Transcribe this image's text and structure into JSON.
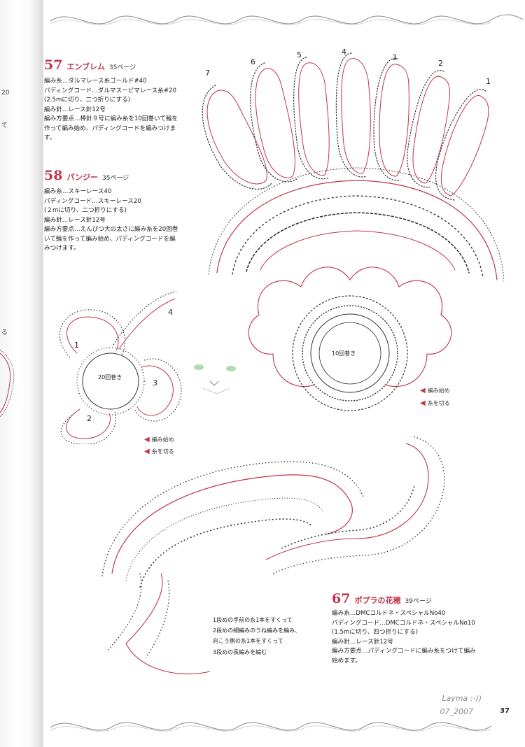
{
  "left_page_fragments": [
    "20",
    "て",
    "る"
  ],
  "sections": [
    {
      "id": "57",
      "number": "57",
      "title": "エンブレム",
      "page_ref": "35ページ",
      "lines": [
        "編み糸…ダルマレース糸ゴールド#40",
        "パディングコード…ダルマスーピマレース糸#20",
        "(2.5mに切り、二つ折りにする)",
        "編み針…レース針12号",
        "編み方要点…棒針９号に編み糸を10回巻いて輪を",
        "作って編み始め、パディングコードを編みつけま",
        "す。"
      ]
    },
    {
      "id": "58",
      "number": "58",
      "title": "パンジー",
      "page_ref": "35ページ",
      "lines": [
        "編み糸…スキーレース40",
        "パディングコード…スキーレース20",
        "(２mに切り、二つ折りにする)",
        "編み針…レース針12号",
        "編み方要点…えんぴつ大の太さに編み糸を20回巻",
        "いて輪を作って編み始め、パディングコードを編",
        "みつけます。"
      ]
    },
    {
      "id": "67",
      "number": "67",
      "title": "ポプラの花穂",
      "page_ref": "39ページ",
      "lines": [
        "編み糸…DMCコルドネ・スペシャルNo40",
        "パディングコード…DMCコルドネ・スペシャルNo10",
        "(1.5mに切り、四つ折りにする)",
        "編み針…レース針12号",
        "編み方要点…パディングコードに編み糸をつけて編み",
        "始めます。"
      ]
    }
  ],
  "emblem_diagram": {
    "petal_numbers": [
      "7",
      "6",
      "5",
      "4",
      "3",
      "2",
      "1"
    ],
    "center_label": "10回巻き",
    "legend": [
      {
        "label": "編み始め"
      },
      {
        "label": "糸を切る"
      }
    ]
  },
  "pansy_diagram": {
    "petal_numbers": [
      "1",
      "2",
      "3",
      "4"
    ],
    "center_label": "20回巻き",
    "legend": [
      {
        "label": "編み始め"
      },
      {
        "label": "糸を切る"
      }
    ]
  },
  "poplar_diagram": {
    "notes": [
      "1段めの手前の糸1本をすくって",
      "2段めの細編みのうね編みを編み、",
      "向こう側の糸1本をすくって",
      "3段めの長編みを編む"
    ]
  },
  "footer": {
    "signature": "Layma :-))",
    "date": "07_2007",
    "page_number": "37"
  },
  "colors": {
    "accent": "#c2334a",
    "ink": "#222222",
    "stitch": "#333333"
  }
}
